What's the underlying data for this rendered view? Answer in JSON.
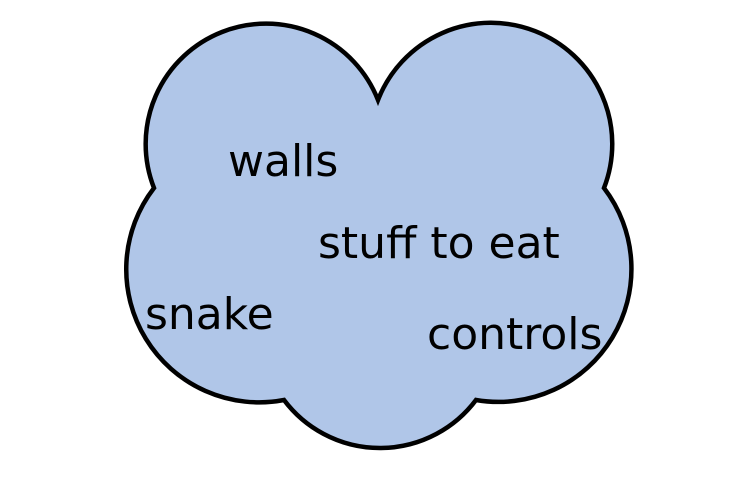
{
  "cloud": {
    "fill_color": "#b0c6e8",
    "stroke_color": "#000000",
    "text_color": "#000000",
    "words": {
      "walls": "walls",
      "stuff_to_eat": "stuff to eat",
      "snake": "snake",
      "controls": "controls"
    }
  }
}
